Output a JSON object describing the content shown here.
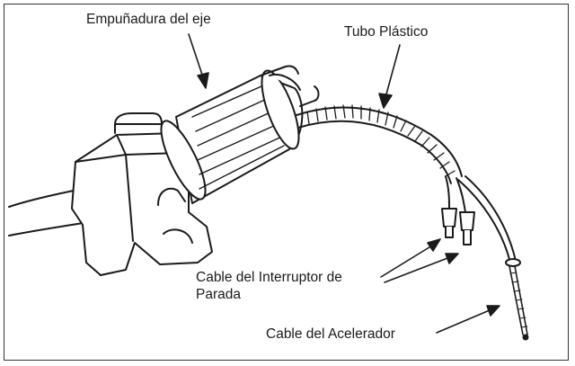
{
  "labels": {
    "grip": "Empuñadura del eje",
    "tube": "Tubo Plástico",
    "stop_switch_line1": "Cable del Interruptor de",
    "stop_switch_line2": "Parada",
    "throttle": "Cable del Acelerador"
  },
  "colors": {
    "ink": "#1a1a1a",
    "frame": "#333333",
    "background": "#ffffff"
  }
}
